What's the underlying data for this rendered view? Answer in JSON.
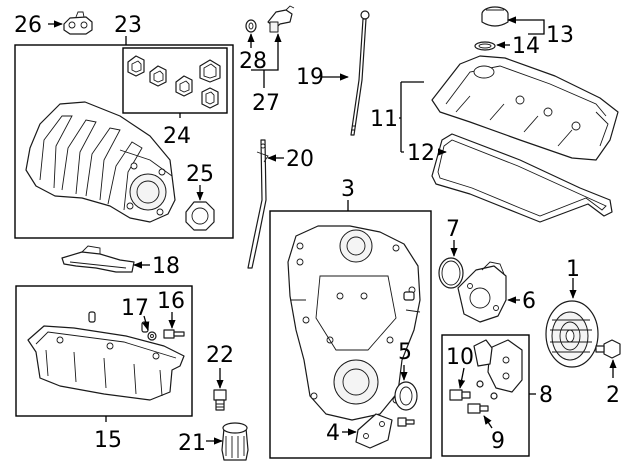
{
  "callouts": {
    "c1": "1",
    "c2": "2",
    "c3": "3",
    "c4": "4",
    "c5": "5",
    "c6": "6",
    "c7": "7",
    "c8": "8",
    "c9": "9",
    "c10": "10",
    "c11": "11",
    "c12": "12",
    "c13": "13",
    "c14": "14",
    "c15": "15",
    "c16": "16",
    "c17": "17",
    "c18": "18",
    "c19": "19",
    "c20": "20",
    "c21": "21",
    "c22": "22",
    "c23": "23",
    "c24": "24",
    "c25": "25",
    "c26": "26",
    "c27": "27",
    "c28": "28"
  },
  "colors": {
    "line": "#000000",
    "background": "#ffffff"
  }
}
